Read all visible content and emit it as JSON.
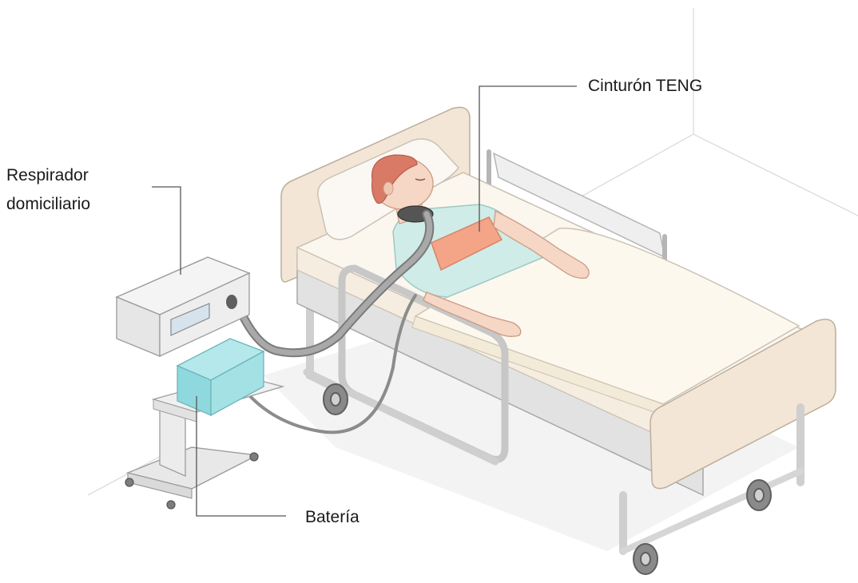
{
  "labels": {
    "respirador_line1": "Respirador",
    "respirador_line2": "domiciliario",
    "cinturon": "Cinturón TENG",
    "bateria": "Batería"
  },
  "colors": {
    "bed_frame": "#dcdcdc",
    "bed_outline": "#9a9a9a",
    "headboard": "#f3e6d6",
    "mattress": "#fbf6ee",
    "blanket": "#fdf8ee",
    "gown": "#cfece8",
    "skin": "#f6d6c4",
    "hair": "#d97a66",
    "belt": "#f4a487",
    "battery": "#8fd9de",
    "ventilator": "#f1f1f1",
    "tube": "#8c8c8c",
    "wheel": "#7d7d7d",
    "floor_shadow": "#f0f0f0",
    "leader_line": "#555555"
  },
  "icons": [
    "patient-figure",
    "hospital-bed",
    "home-ventilator",
    "battery-pack",
    "teng-belt",
    "breathing-tube"
  ]
}
